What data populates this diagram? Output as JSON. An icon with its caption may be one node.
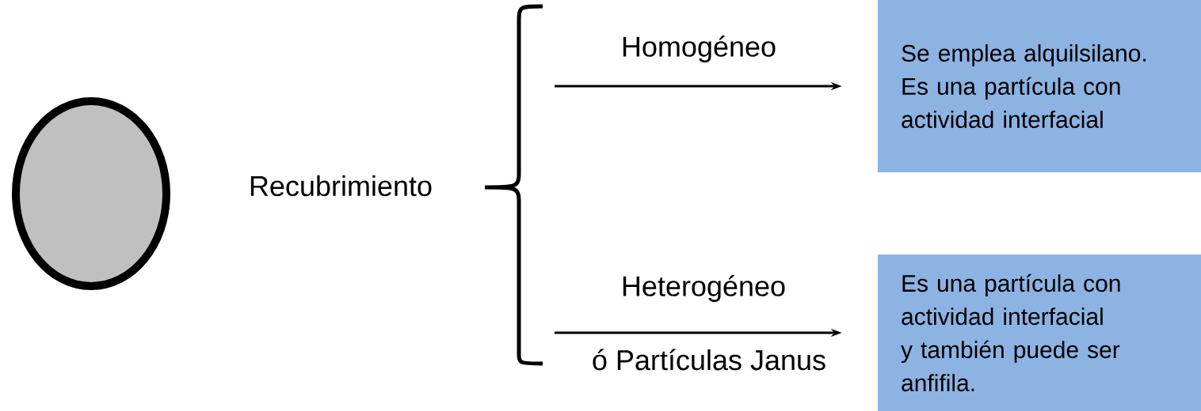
{
  "diagram": {
    "nodes": [
      {
        "text": [],
        "shape": "circle"
      },
      {
        "text": [
          "Se emplea alquilsilano. Es una partícula con actividad interfacial"
        ]
      },
      {
        "text": [
          "Es una partícula con actividad interfacial y también puede ser anfifila."
        ]
      }
    ],
    "edges": [
      {
        "from": null,
        "to": 1,
        "arrow": "to",
        "label": "Homogéneo"
      },
      {
        "from": null,
        "to": 2,
        "arrow": "to",
        "label": "Heterogéneo"
      }
    ],
    "labels": [
      "Recubrimiento",
      "ó Partículas Janus"
    ]
  }
}
